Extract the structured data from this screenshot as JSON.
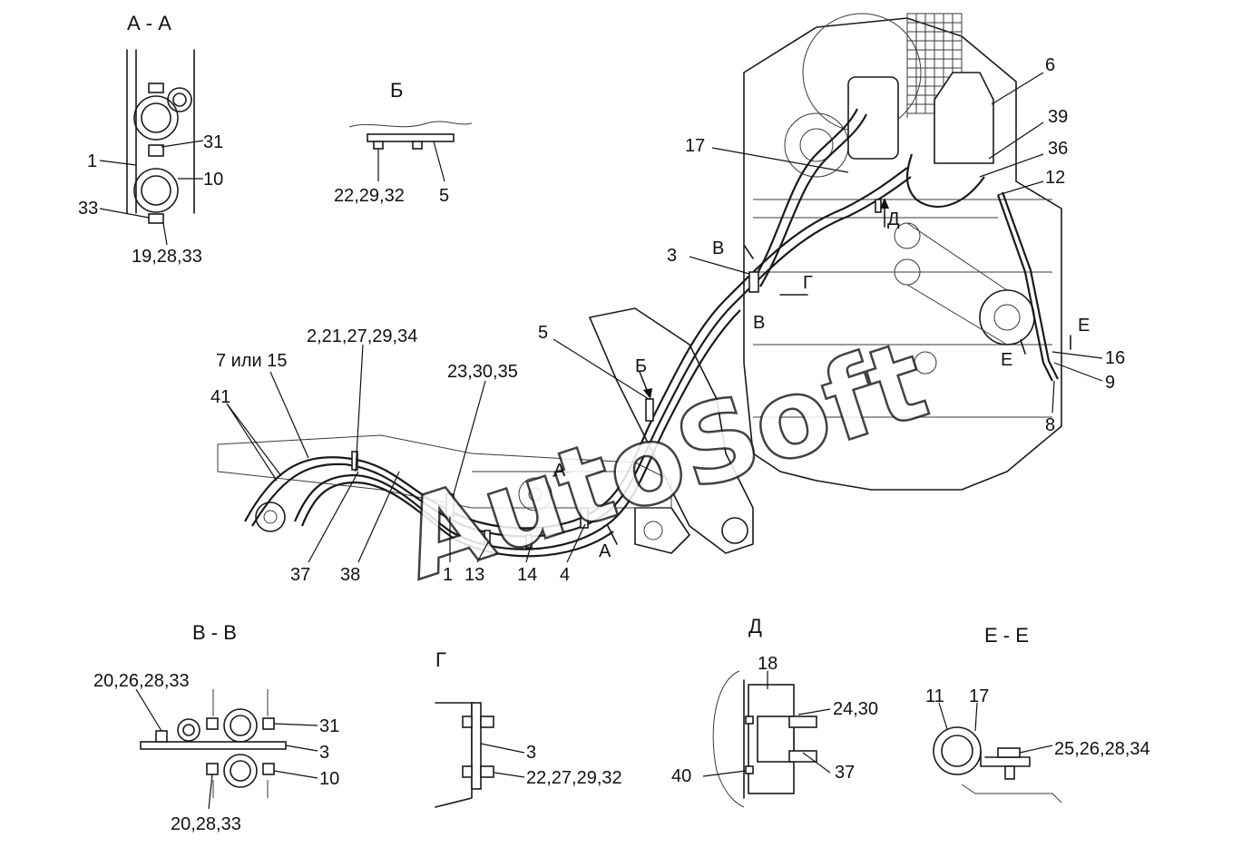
{
  "views": {
    "aa_title": "А - А",
    "b_title": "Б",
    "vv_title": "В - В",
    "g_title": "Г",
    "d_title": "Д",
    "ee_title": "Е - Е"
  },
  "labels": {
    "aa_1": "1",
    "aa_31": "31",
    "aa_10": "10",
    "aa_33": "33",
    "aa_19_28_33": "19,28,33",
    "b_22_29_32": "22,29,32",
    "b_5": "5",
    "m_6": "6",
    "m_39": "39",
    "m_36": "36",
    "m_12": "12",
    "m_17": "17",
    "m_D": "Д",
    "m_V1": "В",
    "m_3": "3",
    "m_G": "Г",
    "m_V2": "В",
    "m_E1": "Е",
    "m_16": "16",
    "m_E2": "Е",
    "m_9": "9",
    "m_8": "8",
    "m_5": "5",
    "m_B": "Б",
    "m_2_21": "2,21,27,29,34",
    "m_7or15": "7 или 15",
    "m_23_30_35": "23,30,35",
    "m_41": "41",
    "m_A1": "А",
    "m_A2": "А",
    "m_37": "37",
    "m_38": "38",
    "m_1": "1",
    "m_13": "13",
    "m_14": "14",
    "m_4": "4",
    "vv_20_26": "20,26,28,33",
    "vv_31": "31",
    "vv_3": "3",
    "vv_10": "10",
    "vv_20_28": "20,28,33",
    "g_3": "3",
    "g_22_27": "22,27,29,32",
    "d_18": "18",
    "d_24_30": "24,30",
    "d_40": "40",
    "d_37": "37",
    "e_11": "11",
    "e_17": "17",
    "e_25": "25,26,28,34"
  },
  "watermark": "AutoSoft"
}
